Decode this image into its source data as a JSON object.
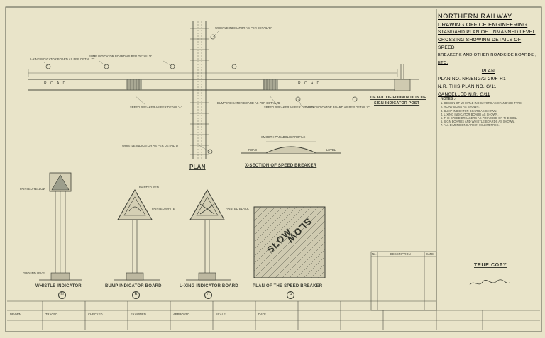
{
  "title_block": {
    "railway": "NORTHERN RAILWAY",
    "office": "DRAWING OFFICE ENGINEERING",
    "line1": "STANDARD PLAN OF UNMANNED LEVEL",
    "line2": "CROSSING SHOWING DETAILS OF SPEED",
    "line3": "BREAKERS AND OTHER ROADSIDE BOARDS , ETC.",
    "plan_word": "PLAN",
    "plan_no": "PLAN NO. NR/ENG/G-29/F-R1",
    "this_plan": "N.R. THIS PLAN NO. G/11",
    "cancelled": "CANCELLED N.R. G/11"
  },
  "notes_header": "NOTES :-",
  "notes": [
    "1. DESIGN OF WHISTLE INDICATORS AS STANDARD TYPE.",
    "2. ROAD SIGNS AS SHOWN.",
    "3. BUMP INDICATOR BOARD AS SHOWN.",
    "4. L-XING INDICATOR BOARD AS SHOWN.",
    "5. THE SPEED BREAKERS AS PROVIDED ON THE SOIL.",
    "6. SIGN BOARDS AND WHISTLE BOARDS AS SHOWN.",
    "7. ALL DIMENSIONS ARE IN MILLIMETRES."
  ],
  "views": {
    "plan": "PLAN",
    "xsection": "X-SECTION OF SPEED BREAKER",
    "foundation_line1": "DETAIL OF FOUNDATION OF",
    "foundation_line2": "SIGN INDICATOR POST",
    "whistle": "WHISTLE INDICATOR",
    "bump": "BUMP INDICATOR BOARD",
    "lxing": "L-XING INDICATOR BOARD",
    "breaker": "PLAN OF THE SPEED BREAKER",
    "whistle_letter": "D",
    "bump_letter": "B",
    "lxing_letter": "C",
    "breaker_letter": "A"
  },
  "plan_labels": {
    "road_left": "R O A D",
    "road_right": "R O A D",
    "whistle_top": "WHISTLE INDICATOR AS PER DETAIL 'D'",
    "bump_left": "BUMP INDICATOR BOARD AS PER DETAIL 'B'",
    "lxing_left": "L-XING INDICATOR BOARD AS PER DETAIL 'C'",
    "speed_left": "SPEED BREAKER AS PER DETAIL 'A'",
    "bump_right": "BUMP INDICATOR BOARD AS PER DETAIL 'B'",
    "lxing_right": "L-XING INDICATOR BOARD AS PER DETAIL 'C'",
    "speed_right": "SPEED BREAKER AS PER DETAIL 'A'",
    "whistle_bottom": "WHISTLE INDICATOR AS PER DETAIL 'D'"
  },
  "xsection_labels": {
    "profile": "SMOOTH PARABOLIC PROFILE",
    "road": "ROAD",
    "level": "LEVEL"
  },
  "sign_labels": {
    "painted_yellow": "PAINTED YELLOW",
    "painted_red": "PAINTED RED",
    "painted_white": "PAINTED WHITE",
    "painted_black": "PAINTED BLACK",
    "gl": "GROUND LEVEL",
    "sign_text": "SLOW"
  },
  "stamp": {
    "true_copy": "TRUE COPY"
  },
  "revision_headers": [
    "No.",
    "DESCRIPTION",
    "DATE"
  ],
  "footer_cells": [
    "DRAWN",
    "TRACED",
    "CHECKED",
    "EXAMINED",
    "APPROVED",
    "SCALE",
    "DATE"
  ]
}
